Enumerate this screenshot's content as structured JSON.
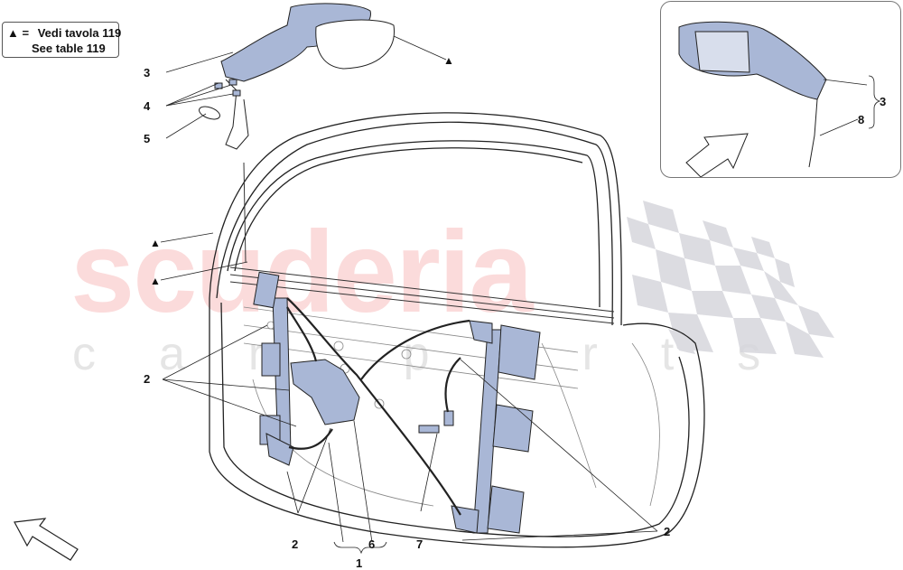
{
  "legend": {
    "symbol": "▲",
    "equals": "=",
    "line1": "Vedi tavola 119",
    "line2": "See table 119"
  },
  "watermark": {
    "main": "scuderia",
    "sub": "car parts",
    "color_main": "#eb5a5a",
    "color_checker": "#cfcfd6"
  },
  "colors": {
    "part_fill": "#a9b7d6",
    "line": "#222222",
    "inset_border": "#777777"
  },
  "callouts": {
    "c3_main": "3",
    "c4": "4",
    "c5": "5",
    "c2_left_upper": "2",
    "c2_left_lower": "2",
    "c1": "1",
    "c6": "6",
    "c7": "7",
    "c2_right": "2",
    "c3_inset": "3",
    "c8_inset": "8",
    "tri_mirror": "▲",
    "tri_left_1": "▲",
    "tri_left_2": "▲"
  },
  "icons": {
    "view_arrow_main": "view-direction-arrow",
    "view_arrow_inset": "view-direction-arrow"
  }
}
